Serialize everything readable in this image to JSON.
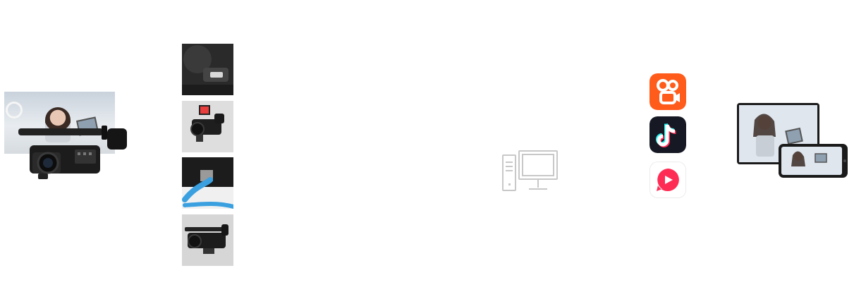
{
  "colors": {
    "kuaishou": "#ff5b1a",
    "douyin": "#161823",
    "xigua": "#ffffff",
    "computer_stroke": "#c8c8c8",
    "thumb_bg": "#d9d9d9"
  },
  "icons": {
    "hero": "camcorder-livestream-photo",
    "thumbnails": [
      "camcorder-closeup-photo",
      "camcorder-with-monitor-photo",
      "ethernet-cable-photo",
      "camcorder-side-photo"
    ],
    "computer": "desktop-computer-icon",
    "apps": [
      "kuaishou-app-icon",
      "douyin-app-icon",
      "xigua-app-icon"
    ],
    "output": "tablet-and-phone-livestream-photo"
  }
}
